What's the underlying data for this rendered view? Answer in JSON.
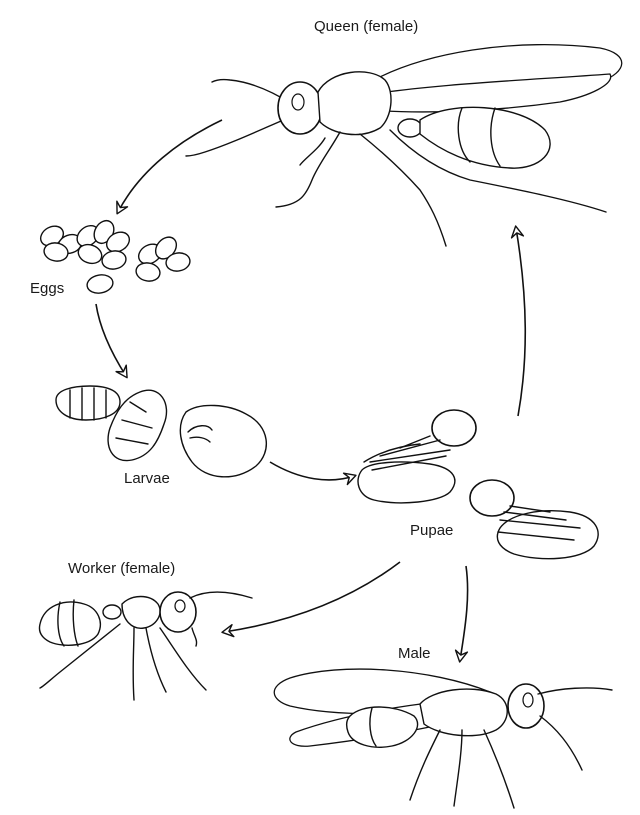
{
  "stages": {
    "queen": "Queen (female)",
    "eggs": "Eggs",
    "larvae": "Larvae",
    "pupae": "Pupae",
    "worker": "Worker (female)",
    "male": "Male"
  }
}
